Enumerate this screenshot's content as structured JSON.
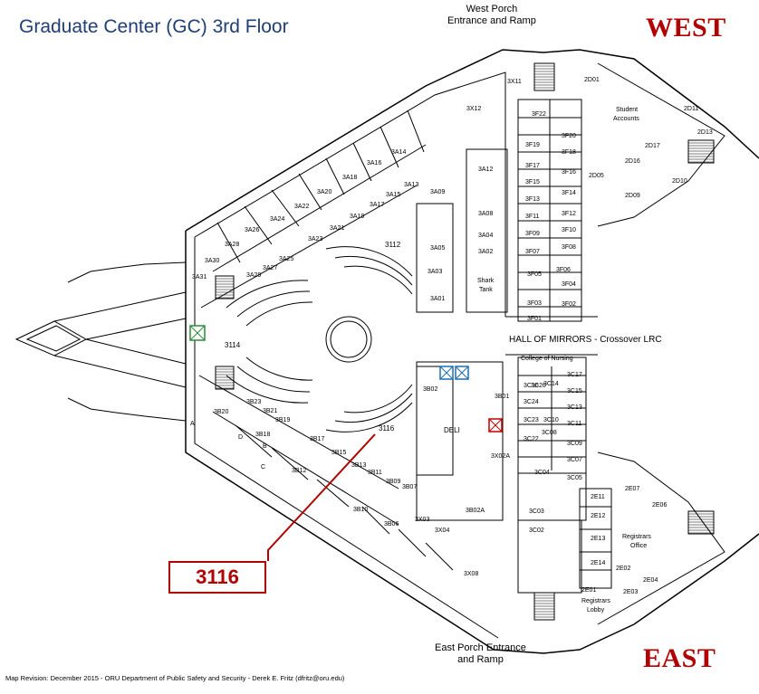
{
  "title": "Graduate Center (GC) 3rd Floor",
  "compass": {
    "west": "WEST",
    "east": "EAST",
    "color": "#b00000"
  },
  "entrances": {
    "west_line1": "West Porch",
    "west_line2": "Entrance and Ramp",
    "east_line1": "East Porch Entrance",
    "east_line2": "and Ramp"
  },
  "hall": "HALL OF MIRRORS - Crossover LRC",
  "college": "College of Nursing",
  "callout": {
    "label": "3116",
    "color": "#b00000"
  },
  "footer": "Map Revision: December 2015 - ORU Department of Public Safety and Security - Derek E. Fritz (dfritz@oru.edu)",
  "labels": {
    "student_accounts_1": "Student",
    "student_accounts_2": "Accounts",
    "registrars_office_1": "Registrars",
    "registrars_office_2": "Office",
    "registrars_lobby_1": "Registrars",
    "registrars_lobby_2": "Lobby",
    "shark_tank_1": "Shark",
    "shark_tank_2": "Tank",
    "deli": "DELI",
    "room_3112": "3112",
    "room_3114": "3114",
    "room_3116": "3116"
  },
  "rooms": [
    {
      "id": "3X12"
    },
    {
      "id": "3X11"
    },
    {
      "id": "3A14"
    },
    {
      "id": "3A16"
    },
    {
      "id": "3A18"
    },
    {
      "id": "3A20"
    },
    {
      "id": "3A22"
    },
    {
      "id": "3A24"
    },
    {
      "id": "3A26"
    },
    {
      "id": "3A28"
    },
    {
      "id": "3A30"
    },
    {
      "id": "3A31"
    },
    {
      "id": "3A29"
    },
    {
      "id": "3A27"
    },
    {
      "id": "3A25"
    },
    {
      "id": "3A23"
    },
    {
      "id": "3A21"
    },
    {
      "id": "3A19"
    },
    {
      "id": "3A17"
    },
    {
      "id": "3A15"
    },
    {
      "id": "3A13"
    },
    {
      "id": "3A09"
    },
    {
      "id": "3A12"
    },
    {
      "id": "3A08"
    },
    {
      "id": "3A05"
    },
    {
      "id": "3A04"
    },
    {
      "id": "3A02"
    },
    {
      "id": "3A03"
    },
    {
      "id": "3A01"
    },
    {
      "id": "3F22"
    },
    {
      "id": "3F20"
    },
    {
      "id": "3F19"
    },
    {
      "id": "3F18"
    },
    {
      "id": "3F17"
    },
    {
      "id": "3F16"
    },
    {
      "id": "3F15"
    },
    {
      "id": "3F14"
    },
    {
      "id": "3F13"
    },
    {
      "id": "3F12"
    },
    {
      "id": "3F11"
    },
    {
      "id": "3F10"
    },
    {
      "id": "3F09"
    },
    {
      "id": "3F08"
    },
    {
      "id": "3F07"
    },
    {
      "id": "3F06"
    },
    {
      "id": "3F05"
    },
    {
      "id": "3F04"
    },
    {
      "id": "3F03"
    },
    {
      "id": "3F02"
    },
    {
      "id": "3F01"
    },
    {
      "id": "2D01"
    },
    {
      "id": "2D17"
    },
    {
      "id": "2D16"
    },
    {
      "id": "2D05"
    },
    {
      "id": "2D10"
    },
    {
      "id": "2D09"
    },
    {
      "id": "2D11"
    },
    {
      "id": "2D13"
    },
    {
      "id": "3C20"
    },
    {
      "id": "3C17"
    },
    {
      "id": "3C16"
    },
    {
      "id": "3C15"
    },
    {
      "id": "3C14"
    },
    {
      "id": "3C13"
    },
    {
      "id": "3C24"
    },
    {
      "id": "3C11"
    },
    {
      "id": "3C23"
    },
    {
      "id": "3C10"
    },
    {
      "id": "3C08"
    },
    {
      "id": "3C22"
    },
    {
      "id": "3C09"
    },
    {
      "id": "3C07"
    },
    {
      "id": "3C04"
    },
    {
      "id": "3C05"
    },
    {
      "id": "3C03"
    },
    {
      "id": "3C02"
    },
    {
      "id": "3B02"
    },
    {
      "id": "3B01"
    },
    {
      "id": "3B02A"
    },
    {
      "id": "3X02A"
    },
    {
      "id": "3B20"
    },
    {
      "id": "3B23"
    },
    {
      "id": "3B21"
    },
    {
      "id": "3B19"
    },
    {
      "id": "3B18"
    },
    {
      "id": "3B17"
    },
    {
      "id": "3B15"
    },
    {
      "id": "3B13"
    },
    {
      "id": "3B12"
    },
    {
      "id": "3B11"
    },
    {
      "id": "3B09"
    },
    {
      "id": "3B07"
    },
    {
      "id": "3B10"
    },
    {
      "id": "3B06"
    },
    {
      "id": "3X03"
    },
    {
      "id": "3X04"
    },
    {
      "id": "3X08"
    },
    {
      "id": "2E07"
    },
    {
      "id": "2E06"
    },
    {
      "id": "2E11"
    },
    {
      "id": "2E12"
    },
    {
      "id": "2E13"
    },
    {
      "id": "2E14"
    },
    {
      "id": "2E02"
    },
    {
      "id": "2E04"
    },
    {
      "id": "2E03"
    },
    {
      "id": "2E01"
    },
    {
      "id": "A"
    },
    {
      "id": "B"
    },
    {
      "id": "C"
    },
    {
      "id": "D"
    }
  ]
}
